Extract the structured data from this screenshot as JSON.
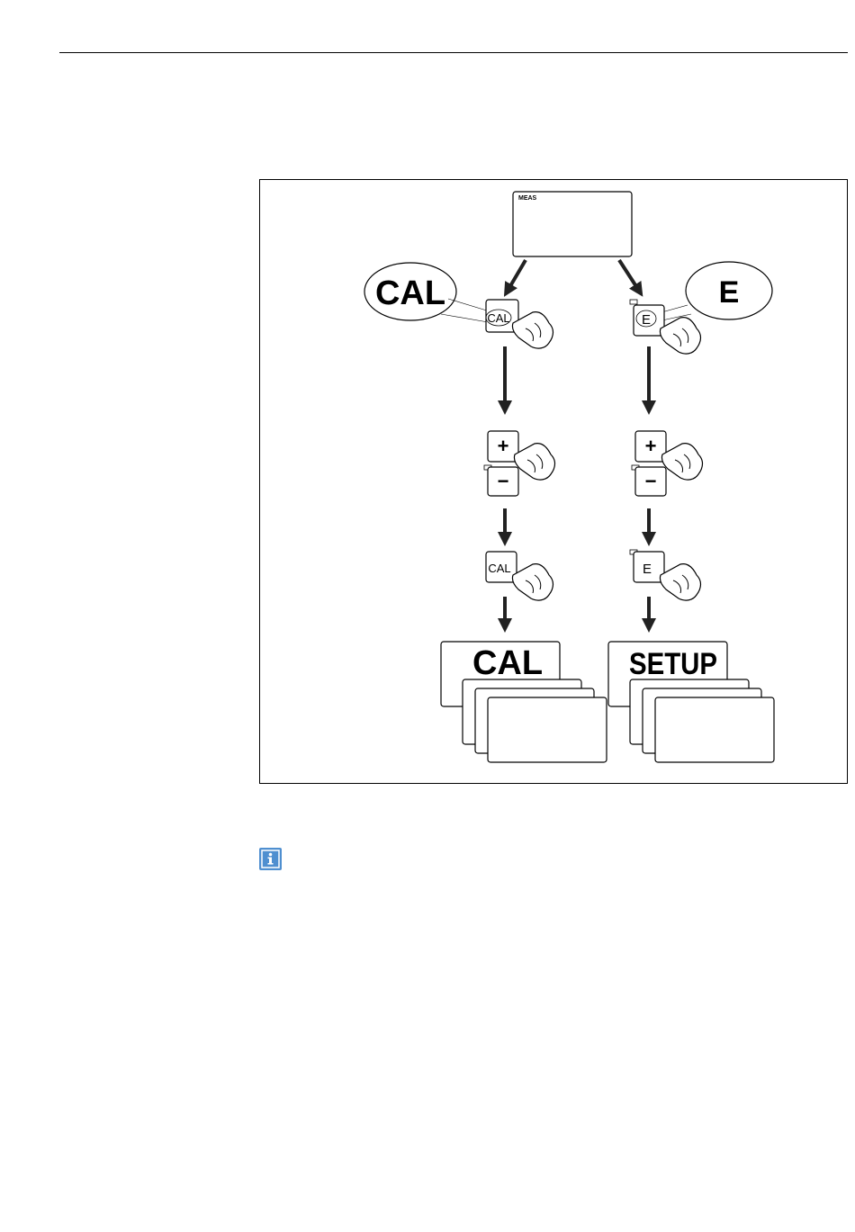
{
  "diagram": {
    "display_label": "MEAS",
    "bubble_left": "CAL",
    "bubble_right": "E",
    "key_cal": "CAL",
    "key_e": "E",
    "key_plus": "+",
    "key_minus": "−",
    "screen_left": "CAL",
    "screen_right": "SETUP"
  },
  "icons": {
    "info": "info-icon",
    "hand": "pressing-hand-icon",
    "arrow": "arrow-down-icon"
  },
  "colors": {
    "info_blue": "#4f8fd0",
    "line": "#000000"
  }
}
